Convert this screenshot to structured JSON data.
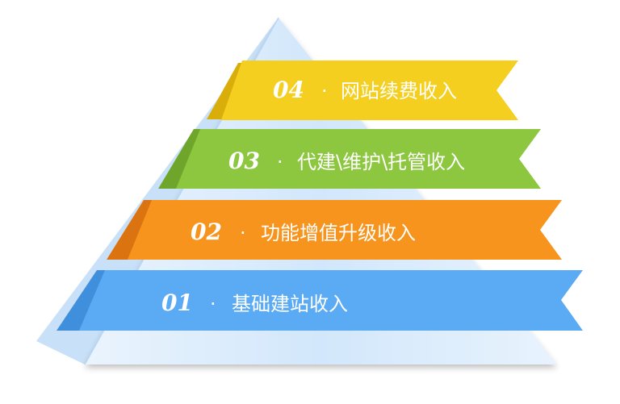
{
  "pyramid": {
    "colors": {
      "pyramid_light": "#dcecfb",
      "pyramid_mid": "#c6e0fa",
      "pyramid_edge": "#a9d0f5"
    },
    "tiers": [
      {
        "number": "04",
        "separator": "·",
        "label": "网站续费收入",
        "color": "#f4cf1f",
        "fold_color": "#d9ae0b"
      },
      {
        "number": "03",
        "separator": "·",
        "label": "代建\\维护\\托管收入",
        "color": "#8cc73f",
        "fold_color": "#6ea52a"
      },
      {
        "number": "02",
        "separator": "·",
        "label": "功能增值升级收入",
        "color": "#f7941d",
        "fold_color": "#db7410"
      },
      {
        "number": "01",
        "separator": "·",
        "label": "基础建站收入",
        "color": "#5aabf4",
        "fold_color": "#3f8fdc"
      }
    ]
  }
}
